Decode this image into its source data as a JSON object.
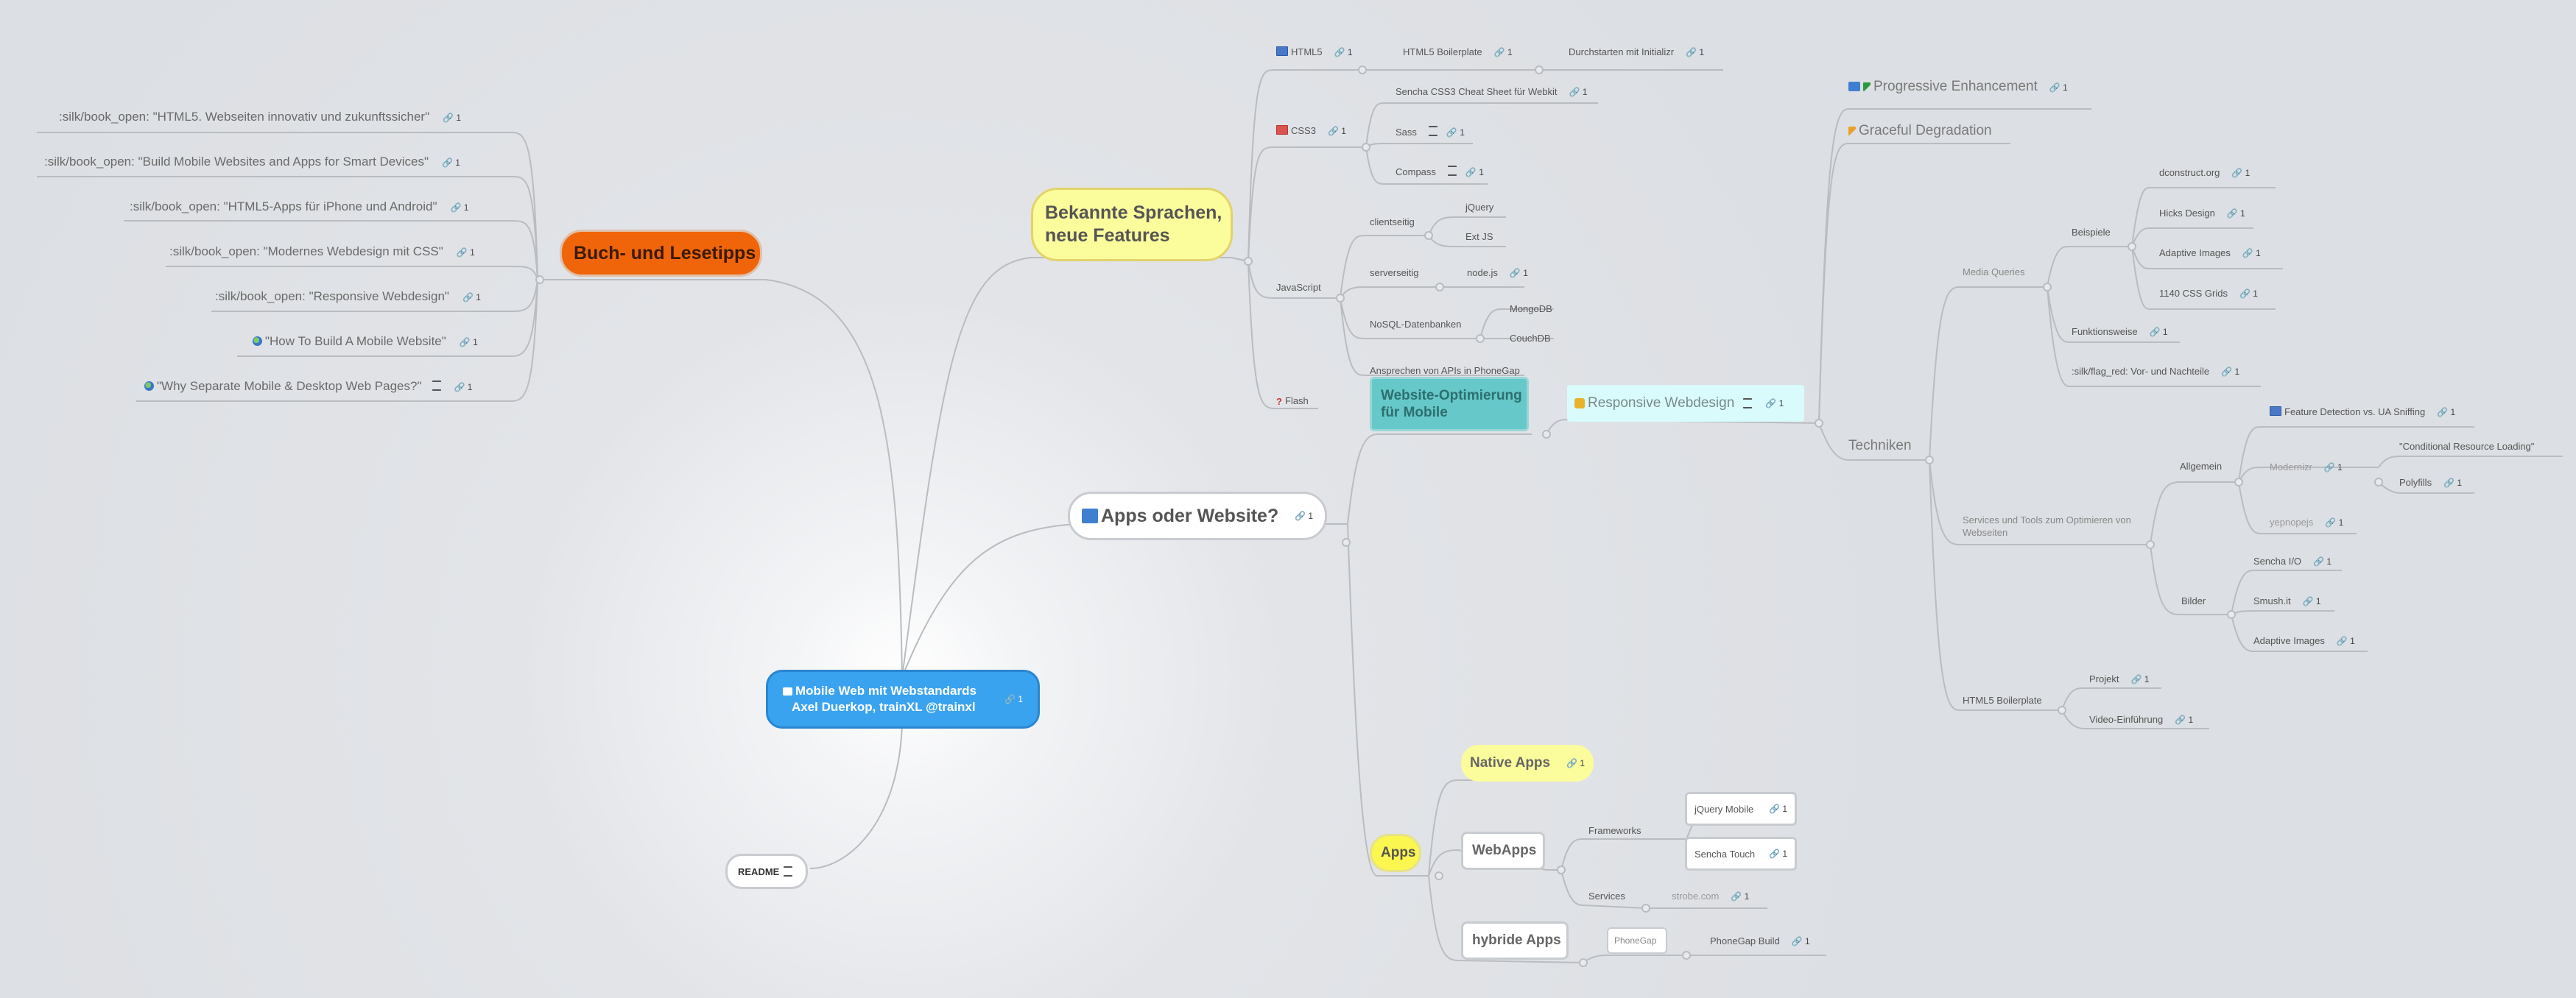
{
  "root": {
    "title_line1": "Mobile Web mit Webstandards",
    "title_line2": "Axel Duerkop, trainXL @trainxl",
    "link_count": "1"
  },
  "readme": {
    "label": "README"
  },
  "books": {
    "title": "Buch- und Lesetipps",
    "items": [
      {
        "label": ":silk/book_open: \"HTML5. Webseiten innovativ und zukunftssicher\"",
        "count": "1"
      },
      {
        "label": ":silk/book_open: \"Build Mobile Websites and Apps for Smart Devices\"",
        "count": "1"
      },
      {
        "label": ":silk/book_open: \"HTML5-Apps für iPhone und Android\"",
        "count": "1"
      },
      {
        "label": ":silk/book_open: \"Modernes Webdesign mit CSS\"",
        "count": "1"
      },
      {
        "label": ":silk/book_open: \"Responsive Webdesign\"",
        "count": "1"
      },
      {
        "label": "\"How To Build A Mobile Website\"",
        "count": "1"
      },
      {
        "label": "\"Why Separate Mobile & Desktop Web Pages?\"",
        "count": "1"
      }
    ]
  },
  "languages": {
    "title_line1": "Bekannte Sprachen,",
    "title_line2": "neue Features",
    "html5": {
      "label": "HTML5",
      "count": "1",
      "boilerplate": "HTML5 Boilerplate",
      "boilerplate_count": "1",
      "initializr": "Durchstarten mit Initializr",
      "initializr_count": "1"
    },
    "css3": {
      "label": "CSS3",
      "count": "1",
      "cheat": "Sencha CSS3 Cheat Sheet für Webkit",
      "cheat_count": "1",
      "sass": "Sass",
      "sass_count": "1",
      "compass": "Compass",
      "compass_count": "1"
    },
    "js": {
      "label": "JavaScript",
      "client": "clientseitig",
      "jquery": "jQuery",
      "extjs": "Ext JS",
      "server": "serverseitig",
      "node": "node.js",
      "node_count": "1",
      "nosql": "NoSQL-Datenbanken",
      "mongo": "MongoDB",
      "couch": "CouchDB",
      "apis": "Ansprechen von APIs in PhoneGap"
    },
    "flash": {
      "label": "Flash"
    }
  },
  "apps_or_web": {
    "title": "Apps oder Website?",
    "count": "1"
  },
  "optimization": {
    "title_line1": "Website-Optimierung",
    "title_line2": "für Mobile",
    "progressive": "Progressive Enhancement",
    "progressive_count": "1",
    "graceful": "Graceful Degradation",
    "responsive": "Responsive Webdesign",
    "responsive_count": "1",
    "techniken": "Techniken",
    "media_queries": "Media Queries",
    "beispiele": "Beispiele",
    "examples": [
      {
        "label": "dconstruct.org",
        "count": "1"
      },
      {
        "label": "Hicks Design",
        "count": "1"
      },
      {
        "label": "Adaptive Images",
        "count": "1"
      },
      {
        "label": "1140 CSS Grids",
        "count": "1"
      }
    ],
    "funktionsweise": "Funktionsweise",
    "funktionsweise_count": "1",
    "flag_red": ":silk/flag_red: Vor- und Nachteile",
    "flag_red_count": "1",
    "services_line1": "Services und Tools zum Optimieren von",
    "services_line2": "Webseiten",
    "allgemein": "Allgemein",
    "feature_detection": "Feature Detection vs. UA Sniffing",
    "feature_detection_count": "1",
    "modernizr": "Modernizr",
    "modernizr_count": "1",
    "conditional": "\"Conditional Resource Loading\"",
    "polyfills": "Polyfills",
    "polyfills_count": "1",
    "yepnope": "yepnopejs",
    "yepnope_count": "1",
    "bilder": "Bilder",
    "images": [
      {
        "label": "Sencha I/O",
        "count": "1"
      },
      {
        "label": "Smush.it",
        "count": "1"
      },
      {
        "label": "Adaptive Images",
        "count": "1"
      }
    ],
    "boilerplate": "HTML5 Boilerplate",
    "projekt": "Projekt",
    "projekt_count": "1",
    "video": "Video-Einführung",
    "video_count": "1"
  },
  "apps": {
    "title": "Apps",
    "native": "Native Apps",
    "native_count": "1",
    "webapps": "WebApps",
    "frameworks": "Frameworks",
    "jqm": "jQuery Mobile",
    "jqm_count": "1",
    "sencha_touch": "Sencha Touch",
    "sencha_touch_count": "1",
    "services": "Services",
    "strobe": "strobe.com",
    "strobe_count": "1",
    "hybrid": "hybride Apps",
    "phonegap": "PhoneGap",
    "phonegap_build": "PhoneGap Build",
    "phonegap_build_count": "1"
  }
}
